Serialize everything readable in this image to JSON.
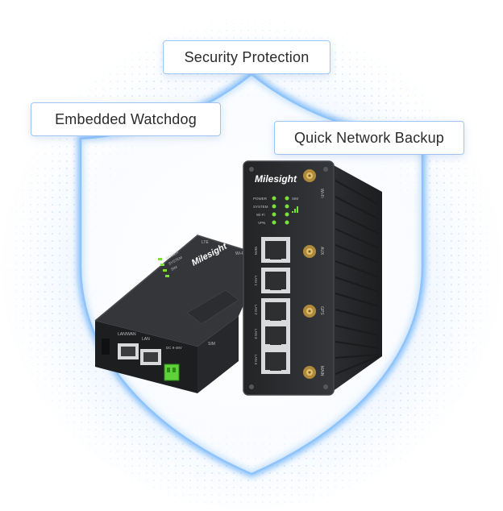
{
  "features": {
    "security": "Security Protection",
    "watchdog": "Embedded Watchdog",
    "backup": "Quick Network Backup"
  },
  "devices": {
    "brand": "Milesight",
    "left": {
      "port_lan_wan": "LAN/WAN",
      "port_lan": "LAN",
      "leds": [
        "POWER",
        "SYSTEM",
        "SIM"
      ],
      "lte": "LTE",
      "wifi": "Wi-Fi",
      "sim": "SIM",
      "power_in": "DC 9-48V"
    },
    "right": {
      "leds_left": [
        "POWER",
        "SYSTEM",
        "Wi-Fi",
        "VPN"
      ],
      "sim": "SIM",
      "wifi": "Wi-Fi",
      "ports": [
        "WAN",
        "LAN 1",
        "LAN 2",
        "LAN 3",
        "LAN 4"
      ],
      "antennas": [
        "AUX",
        "GPS",
        "MAIN"
      ]
    }
  },
  "colors": {
    "shield_glow": "#5aa8f5",
    "pill_border": "#9fc6f2",
    "led_green": "#7be03a",
    "device_body": "#2a2b2d"
  }
}
